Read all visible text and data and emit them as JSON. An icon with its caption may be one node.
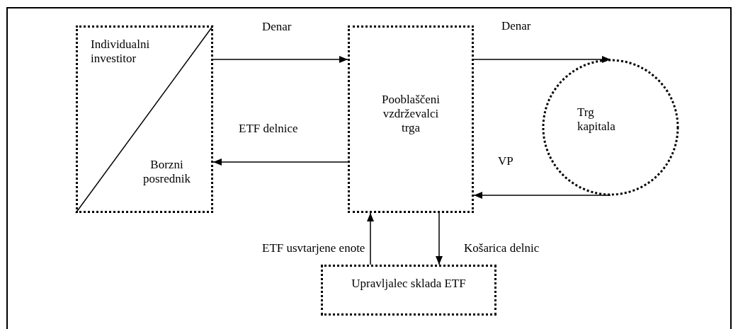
{
  "diagram": {
    "nodes": [
      {
        "text": [
          "Individualni investitor",
          "Borzni posrednik"
        ]
      },
      {
        "text": [
          "Pooblaščeni vzdrževalci trga"
        ]
      },
      {
        "text": [
          "Trg kapitala"
        ]
      },
      {
        "text": [
          "Upravljalec sklada ETF"
        ]
      }
    ],
    "edges": [
      {
        "from": 0,
        "to": 1,
        "arrow": "to",
        "label": "Denar"
      },
      {
        "from": 1,
        "to": 2,
        "arrow": "to",
        "label": "Denar"
      },
      {
        "from": 1,
        "to": 0,
        "arrow": "to",
        "label": "ETF delnice"
      },
      {
        "from": 2,
        "to": 1,
        "arrow": "to",
        "label": "VP"
      },
      {
        "from": 3,
        "to": 1,
        "arrow": "to",
        "label": "ETF usvtarjene enote"
      },
      {
        "from": 1,
        "to": 3,
        "arrow": "to",
        "label": "Košarica delnic"
      }
    ]
  }
}
